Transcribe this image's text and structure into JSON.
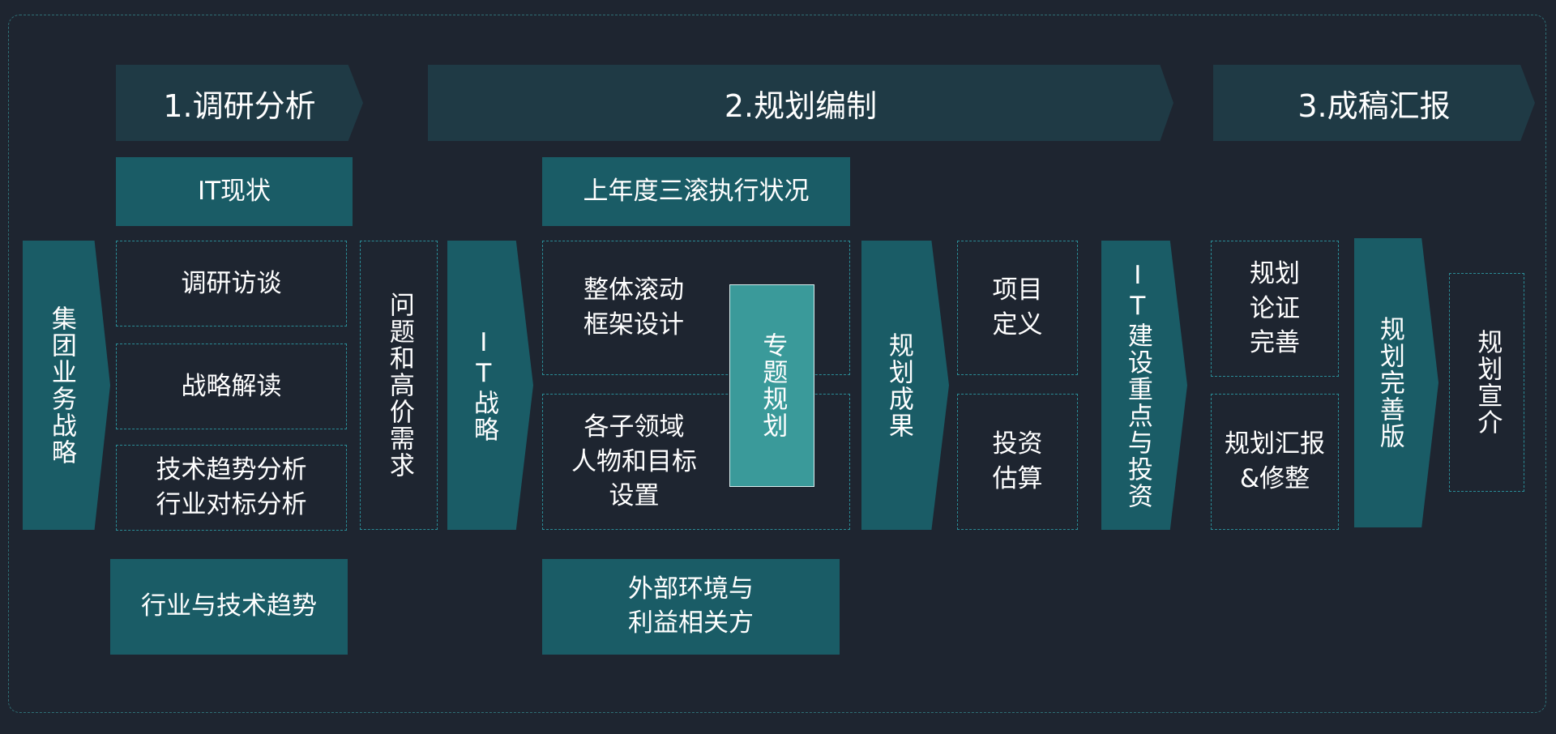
{
  "colors": {
    "background": "#1e2530",
    "phase_header": "#1f3a45",
    "teal_block": "#1a5c66",
    "highlight_block": "#3a9a9a",
    "dashed_border": "#2a8c96"
  },
  "phases": [
    {
      "label": "1.调研分析"
    },
    {
      "label": "2.规划编制"
    },
    {
      "label": "3.成稿汇报"
    }
  ],
  "stage1": {
    "group_strategy": "集团业务战略",
    "it_status": "IT现状",
    "interview": "调研访谈",
    "strategy_reading": "战略解读",
    "trend_analysis": "技术趋势分析\n行业对标分析",
    "issues_demand": "问题和高价需求",
    "industry_trend": "行业与技术趋势"
  },
  "stage2": {
    "it_strategy": "IT战略",
    "last_year_status": "上年度三滚执行状况",
    "framework_design": "整体滚动\n框架设计",
    "domain_goals": "各子领域\n人物和目标\n设置",
    "special_planning": "专题规划",
    "external_env": "外部环境与\n利益相关方",
    "planning_result": "规划成果",
    "project_definition": "项目\n定义",
    "investment_estimate": "投资\n估算",
    "it_focus_invest": "IT建设重点与投资"
  },
  "stage3": {
    "plan_argument": "规划\n论证\n完善",
    "plan_report": "规划汇报\n&修整",
    "plan_final": "规划完善版",
    "plan_promote": "规划宣介"
  }
}
